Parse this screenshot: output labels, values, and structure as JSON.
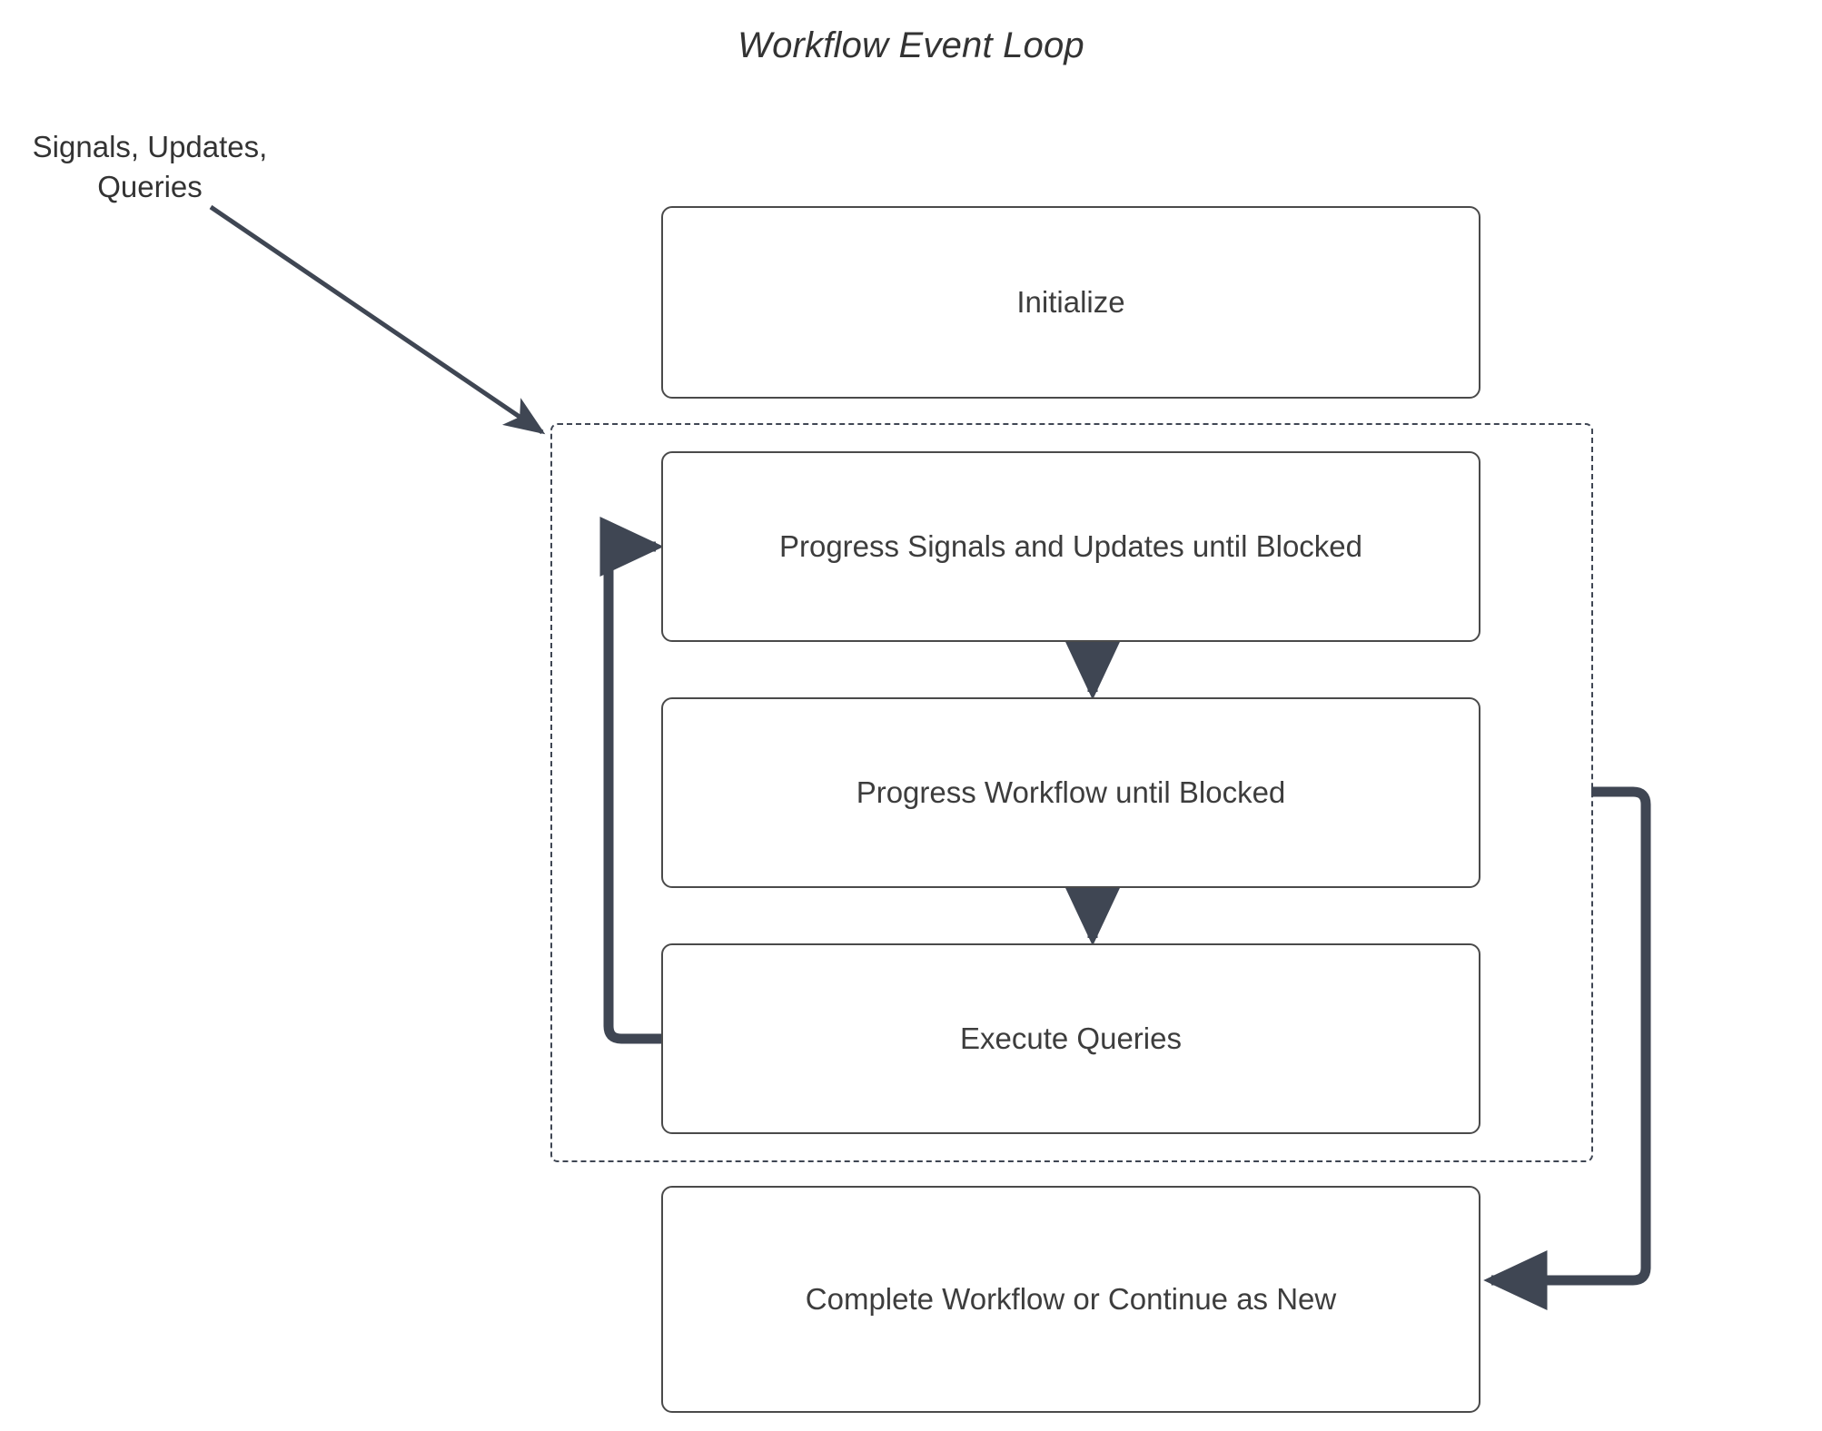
{
  "diagram": {
    "title": "Workflow Event Loop",
    "external_label": {
      "line1": "Signals, Updates,",
      "line2": "Queries"
    },
    "nodes": [
      {
        "id": "initialize",
        "label": "Initialize"
      },
      {
        "id": "progress-signals",
        "label": "Progress Signals and Updates until Blocked"
      },
      {
        "id": "progress-workflow",
        "label": "Progress Workflow until Blocked"
      },
      {
        "id": "execute-queries",
        "label": "Execute Queries"
      },
      {
        "id": "complete-workflow",
        "label": "Complete Workflow or Continue as New"
      }
    ],
    "region": {
      "id": "event-loop-region",
      "style": "dashed"
    },
    "edges": [
      {
        "id": "signals-to-loop",
        "from": "Signals, Updates, Queries",
        "to": "event-loop-region",
        "style": "diagonal-arrow"
      },
      {
        "id": "signals-to-workflow",
        "from": "progress-signals",
        "to": "progress-workflow",
        "style": "vertical-arrow"
      },
      {
        "id": "workflow-to-queries",
        "from": "progress-workflow",
        "to": "execute-queries",
        "style": "vertical-arrow"
      },
      {
        "id": "queries-back-to-signals",
        "from": "execute-queries",
        "to": "progress-signals",
        "style": "left-loopback-arrow"
      },
      {
        "id": "loop-to-complete",
        "from": "event-loop-region",
        "to": "complete-workflow",
        "style": "right-loopback-arrow"
      }
    ],
    "colors": {
      "node_border": "#4a4a4a",
      "node_fill": "#ffffff",
      "text": "#3d3d3d",
      "edge": "#3f4653",
      "region_border": "#3f4653",
      "background": "#ffffff"
    }
  }
}
